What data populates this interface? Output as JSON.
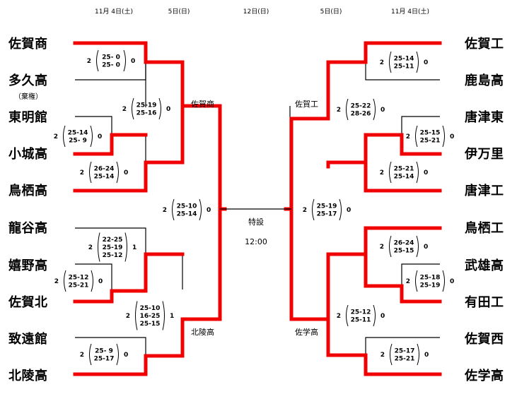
{
  "headers": {
    "left_r1": "11月 4日(土)",
    "left_r2": "5日(日)",
    "final": "12日(日)",
    "right_r2": "5日(日)",
    "right_r1": "11月 4日(土)"
  },
  "left_teams": [
    "佐賀商",
    "多久高",
    "東明館",
    "小城高",
    "鳥栖高",
    "龍谷高",
    "嬉野高",
    "佐賀北",
    "致遠館",
    "北陵高"
  ],
  "right_teams": [
    "佐賀工",
    "鹿島高",
    "唐津東",
    "伊万里",
    "唐津工",
    "鳥栖工",
    "武雄高",
    "有田工",
    "佐賀西",
    "佐学高"
  ],
  "notes": {
    "forfeit": "（棄権）"
  },
  "winners": {
    "left_top": "佐賀商",
    "left_bottom": "北陵高",
    "right_top": "佐賀工",
    "right_bottom": "佐学高"
  },
  "final_venue": {
    "place": "特設",
    "time": "12:00"
  },
  "matches": {
    "L1": {
      "sets": [
        "25- 0",
        "25- 0"
      ],
      "a": "2",
      "b": "0"
    },
    "L2": {
      "sets": [
        "25-14",
        "25- 9"
      ],
      "a": "2",
      "b": "0"
    },
    "L3": {
      "sets": [
        "26-24",
        "25-14"
      ],
      "a": "2",
      "b": "0"
    },
    "L4": {
      "sets": [
        "25-19",
        "25-16"
      ],
      "a": "2",
      "b": "0"
    },
    "L5": {
      "sets": [
        "22-25",
        "25-19",
        "25-12"
      ],
      "a": "2",
      "b": "1"
    },
    "L6": {
      "sets": [
        "25-12",
        "25-21"
      ],
      "a": "2",
      "b": "0"
    },
    "L7": {
      "sets": [
        "25- 9",
        "25-17"
      ],
      "a": "2",
      "b": "0"
    },
    "L8": {
      "sets": [
        "25-10",
        "16-25",
        "25-15"
      ],
      "a": "2",
      "b": "1"
    },
    "L9": {
      "sets": [
        "25-10",
        "25-14"
      ],
      "a": "2",
      "b": "0"
    },
    "R1": {
      "sets": [
        "25-14",
        "25-11"
      ],
      "a": "2",
      "b": "0"
    },
    "R2": {
      "sets": [
        "25-15",
        "25-21"
      ],
      "a": "2",
      "b": "0"
    },
    "R3": {
      "sets": [
        "25-21",
        "25-14"
      ],
      "a": "2",
      "b": "0"
    },
    "R4": {
      "sets": [
        "25-22",
        "28-26"
      ],
      "a": "2",
      "b": "0"
    },
    "R5": {
      "sets": [
        "26-24",
        "25-15"
      ],
      "a": "2",
      "b": "0"
    },
    "R6": {
      "sets": [
        "25-18",
        "25-19"
      ],
      "a": "2",
      "b": "0"
    },
    "R7": {
      "sets": [
        "25-17",
        "25-21"
      ],
      "a": "2",
      "b": "0"
    },
    "R8": {
      "sets": [
        "25-12",
        "25-11"
      ],
      "a": "2",
      "b": "0"
    },
    "R9": {
      "sets": [
        "25-19",
        "25-17"
      ],
      "a": "2",
      "b": "0"
    }
  },
  "colors": {
    "winner_line": "#f00000",
    "line": "#000000"
  }
}
